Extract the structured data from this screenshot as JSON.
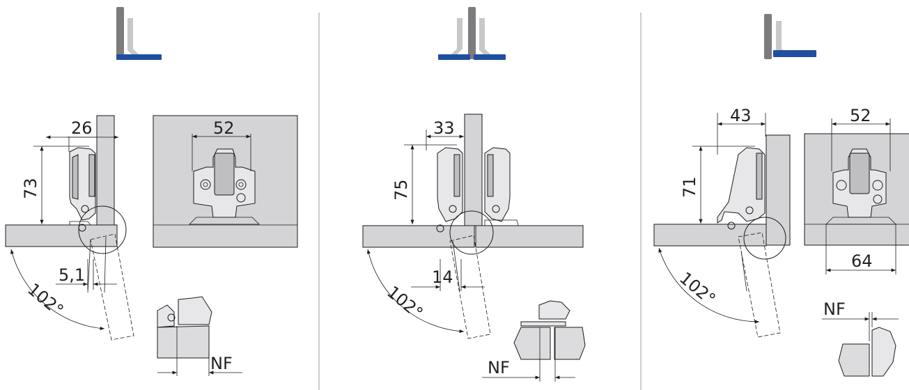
{
  "colors": {
    "accent_blue": "#1f4fa0",
    "panel_gray": "#d4d4d6",
    "icon_dark_gray": "#7c7c7e",
    "separator": "#9a9a9a"
  },
  "sections": [
    {
      "icon": "full-overlay-icon",
      "dims": {
        "width": "26",
        "height": "73",
        "offset": "5,1",
        "plate": "52"
      },
      "angle": "102°",
      "nf": "NF"
    },
    {
      "icon": "half-overlay-icon",
      "dims": {
        "width": "33",
        "height": "75",
        "offset": "14"
      },
      "angle": "102°",
      "nf": "NF"
    },
    {
      "icon": "inset-icon",
      "dims": {
        "width": "43",
        "height": "71",
        "plate_top": "52",
        "plate_bottom": "64"
      },
      "angle": "102°",
      "nf": "NF"
    }
  ]
}
